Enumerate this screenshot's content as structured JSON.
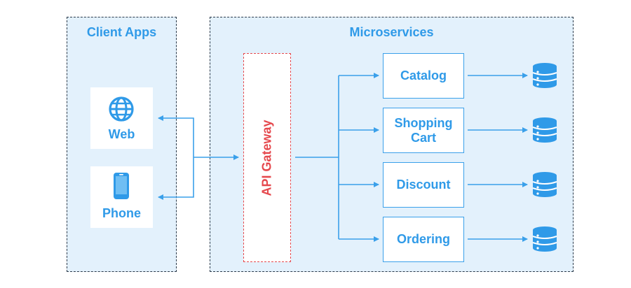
{
  "client_apps": {
    "title": "Client Apps",
    "clients": [
      {
        "label": "Web",
        "icon": "globe-icon"
      },
      {
        "label": "Phone",
        "icon": "smartphone-icon"
      }
    ]
  },
  "microservices": {
    "title": "Microservices",
    "gateway_label": "API Gateway",
    "services": [
      {
        "label": "Catalog",
        "icon": "database-icon"
      },
      {
        "label": "Shopping\nCart",
        "icon": "database-icon"
      },
      {
        "label": "Discount",
        "icon": "database-icon"
      },
      {
        "label": "Ordering",
        "icon": "database-icon"
      }
    ]
  },
  "colors": {
    "accent_blue": "#2f9ae8",
    "gateway_red": "#e5484d",
    "panel_bg": "#e3f1fc"
  }
}
